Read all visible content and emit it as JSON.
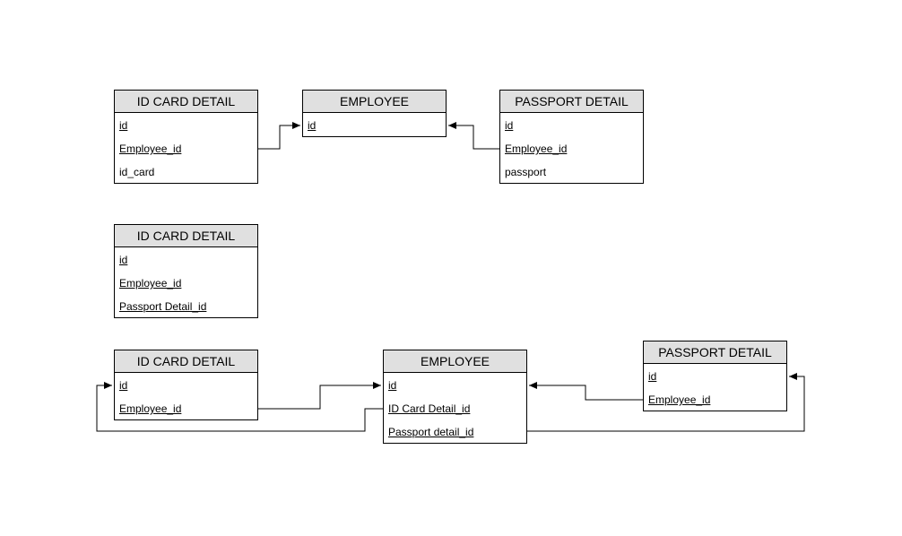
{
  "diagram": {
    "entities": [
      {
        "id": "e1",
        "title": "ID CARD DETAIL",
        "fields": [
          {
            "name": "id",
            "key": true
          },
          {
            "name": "Employee_id",
            "key": true
          },
          {
            "name": "id_card",
            "key": false
          }
        ]
      },
      {
        "id": "e2",
        "title": "EMPLOYEE",
        "fields": [
          {
            "name": "id",
            "key": true
          }
        ]
      },
      {
        "id": "e3",
        "title": "PASSPORT DETAIL",
        "fields": [
          {
            "name": "id",
            "key": true
          },
          {
            "name": "Employee_id",
            "key": true
          },
          {
            "name": "passport",
            "key": false
          }
        ]
      },
      {
        "id": "e4",
        "title": "ID CARD DETAIL",
        "fields": [
          {
            "name": "id",
            "key": true
          },
          {
            "name": "Employee_id",
            "key": true
          },
          {
            "name": "Passport Detail_id",
            "key": true
          }
        ]
      },
      {
        "id": "e5",
        "title": "ID CARD DETAIL",
        "fields": [
          {
            "name": "id",
            "key": true
          },
          {
            "name": "Employee_id",
            "key": true
          }
        ]
      },
      {
        "id": "e6",
        "title": "EMPLOYEE",
        "fields": [
          {
            "name": "id",
            "key": true
          },
          {
            "name": "ID Card Detail_id",
            "key": true
          },
          {
            "name": "Passport detail_id",
            "key": true
          }
        ]
      },
      {
        "id": "e7",
        "title": "PASSPORT DETAIL",
        "fields": [
          {
            "name": "id",
            "key": true
          },
          {
            "name": "Employee_id",
            "key": true
          }
        ]
      }
    ],
    "relations": [
      {
        "from": "e1.Employee_id",
        "to": "e2.id"
      },
      {
        "from": "e3.Employee_id",
        "to": "e2.id"
      },
      {
        "from": "e5.Employee_id",
        "to": "e6.id"
      },
      {
        "from": "e7.Employee_id",
        "to": "e6.id"
      },
      {
        "from": "e6.ID Card Detail_id",
        "to": "e5.id"
      },
      {
        "from": "e6.Passport detail_id",
        "to": "e7.id"
      }
    ],
    "colors": {
      "header": "#e0e0e0",
      "line": "#000000",
      "background": "#ffffff"
    }
  }
}
